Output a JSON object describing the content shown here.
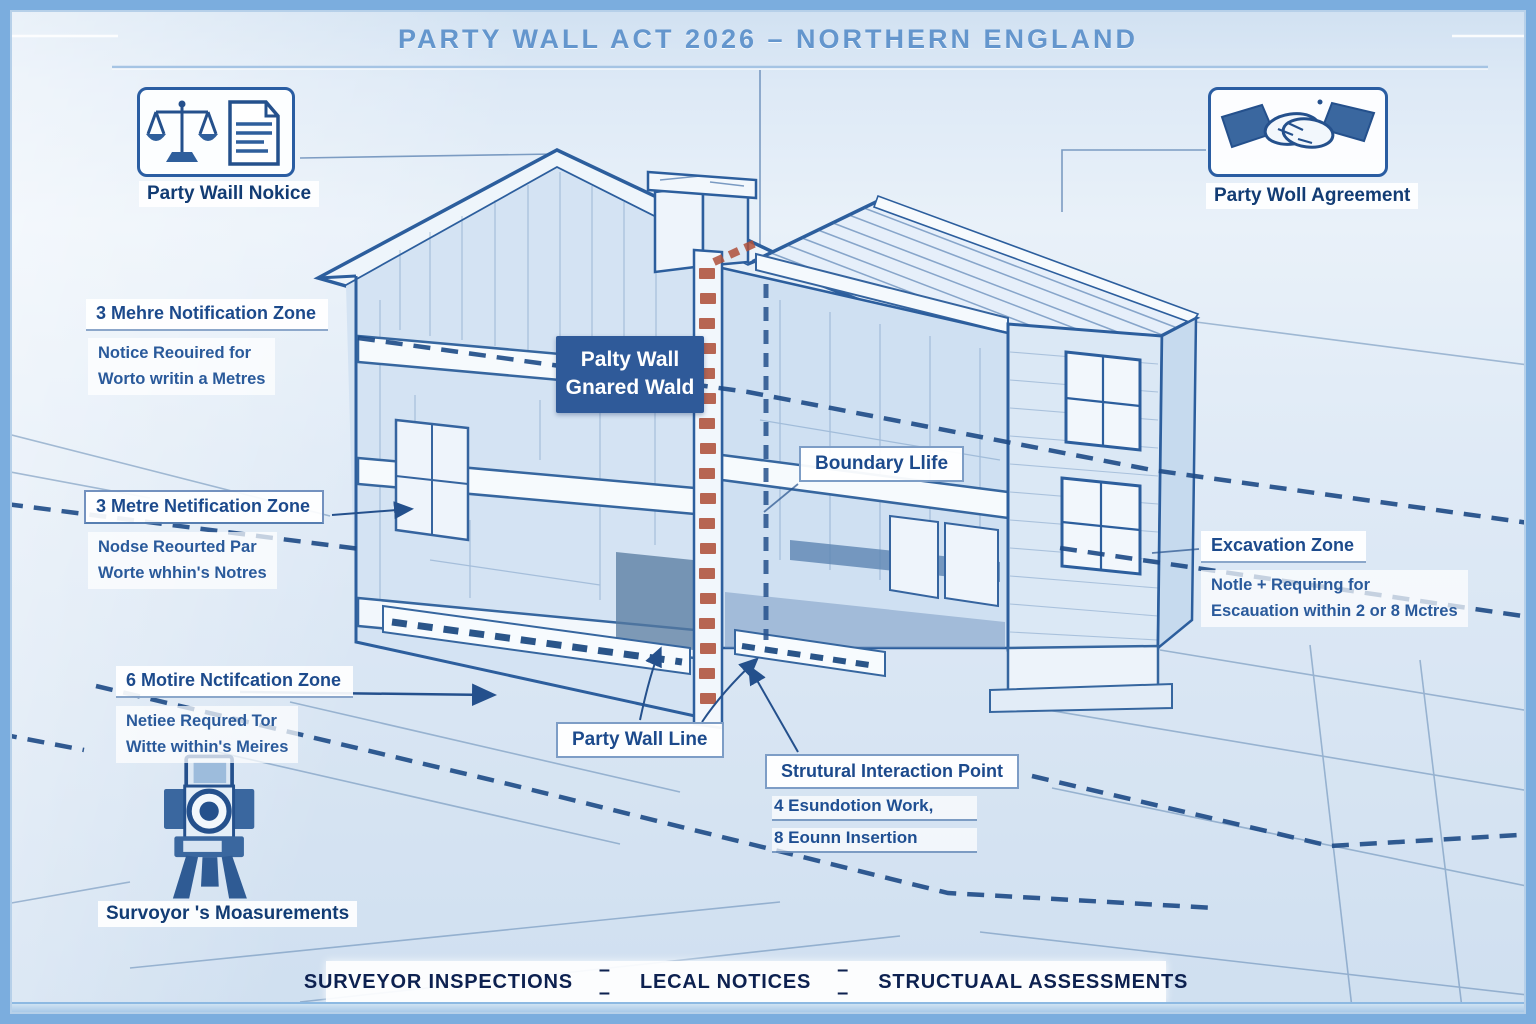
{
  "title": "PARTY WALL ACT 2026  – NORTHERN ENGLAND",
  "badges": {
    "notice": {
      "label": "Party Waill Nokice",
      "icon": "scales-and-document-icon"
    },
    "agreement": {
      "label": "Party Woll Agreement",
      "icon": "handshake-icon"
    }
  },
  "annotations": {
    "zone3_upper": {
      "heading": "3 Mehre Notification Zone",
      "line1": "Notice Reouired for",
      "line2": "Worto writin a Metres"
    },
    "zone3_lower": {
      "heading": "3 Metre Netification Zone",
      "line1": "Nodse Reourted Par",
      "line2": "Worte whhin's Notres"
    },
    "zone6": {
      "heading": "6 Motire Nctifcation Zone",
      "line1": "Netiee Requred Tor",
      "line2": "Witte within's Meires"
    },
    "party_wall_box": {
      "line1": "Palty Wall",
      "line2": "Gnared Wald"
    },
    "boundary_line": {
      "label": "Boundary Llife"
    },
    "excavation": {
      "heading": "Excavation Zone",
      "line1": "Notle + Requirng for",
      "line2": "Escauation within 2 or 8 Mctres"
    },
    "party_wall_line": {
      "label": "Party Wall Line"
    },
    "structural": {
      "heading": "Strutural Interaction Point",
      "item1": "4 Esundotion Work,",
      "item2": "8 Eounn Insertion"
    },
    "surveyor": {
      "label": "Survoyor 's Moasurements",
      "icon": "theodolite-icon"
    }
  },
  "legend": {
    "items": [
      "SURVEYOR INSPECTIONS",
      "LECAL NOTICES",
      "STRUCTUAAL ASSESSMENTS"
    ],
    "separator": "– –"
  },
  "colors": {
    "frame_blue": "#7badde",
    "sketch_ink": "#2d5f9e",
    "navy_text": "#1c4a8c",
    "dark_navy": "#0d2150",
    "brick_red": "#b0513b",
    "panel_navy": "#2f5a99",
    "paper": "#ffffff"
  }
}
